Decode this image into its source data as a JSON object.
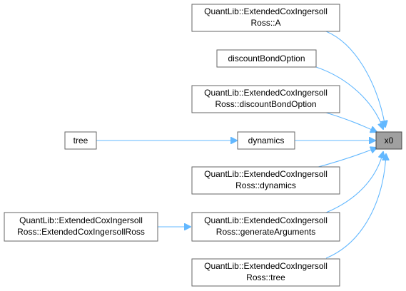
{
  "colors": {
    "edge": "#63b8ff",
    "node_border": "#666666",
    "target_fill": "#a0a0a0"
  },
  "nodes": {
    "a": {
      "lines": [
        "QuantLib::ExtendedCoxIngersoll",
        "Ross::A"
      ]
    },
    "discount_bond_option": {
      "lines": [
        "discountBondOption"
      ]
    },
    "discount_bond_option_qual": {
      "lines": [
        "QuantLib::ExtendedCoxIngersoll",
        "Ross::discountBondOption"
      ]
    },
    "tree_left": {
      "lines": [
        "tree"
      ]
    },
    "dynamics": {
      "lines": [
        "dynamics"
      ]
    },
    "x0": {
      "lines": [
        "x0"
      ]
    },
    "dynamics_qual": {
      "lines": [
        "QuantLib::ExtendedCoxIngersoll",
        "Ross::dynamics"
      ]
    },
    "constructor": {
      "lines": [
        "QuantLib::ExtendedCoxIngersoll",
        "Ross::ExtendedCoxIngersollRoss"
      ]
    },
    "generate_arguments": {
      "lines": [
        "QuantLib::ExtendedCoxIngersoll",
        "Ross::generateArguments"
      ]
    },
    "tree_qual": {
      "lines": [
        "QuantLib::ExtendedCoxIngersoll",
        "Ross::tree"
      ]
    }
  }
}
